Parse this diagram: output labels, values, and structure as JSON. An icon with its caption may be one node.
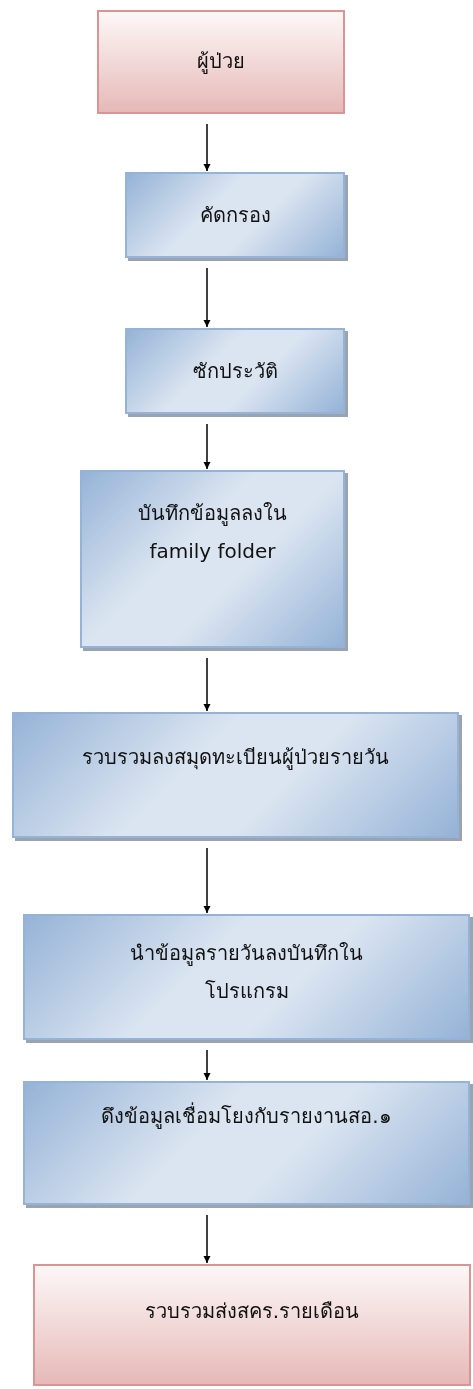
{
  "diagram": {
    "nodes": [
      {
        "text": [
          "ผู้ป่วย"
        ]
      },
      {
        "text": [
          "คัดกรอง"
        ]
      },
      {
        "text": [
          "ซักประวัติ"
        ]
      },
      {
        "text": [
          "บันทึกข้อมูลลงใน family folder"
        ]
      },
      {
        "text": [
          "รวบรวมลงสมุดทะเบียนผู้ป่วยรายวัน"
        ]
      },
      {
        "text": [
          "นำข้อมูลรายวันลงบันทึกใน โปรแกรม"
        ]
      },
      {
        "text": [
          "ดึงข้อมูลเชื่อมโยงกับรายงานสอ.๑"
        ]
      },
      {
        "text": [
          "รวบรวมส่งสคร.รายเดือน"
        ]
      }
    ],
    "edges": [
      {
        "from": 0,
        "to": 1,
        "arrow": "to"
      },
      {
        "from": 1,
        "to": 2,
        "arrow": "to"
      },
      {
        "from": 2,
        "to": 3,
        "arrow": "to"
      },
      {
        "from": 3,
        "to": 4,
        "arrow": "to"
      },
      {
        "from": 4,
        "to": 5,
        "arrow": "to"
      },
      {
        "from": 5,
        "to": 6,
        "arrow": "to"
      },
      {
        "from": 6,
        "to": 7,
        "arrow": "to"
      }
    ]
  }
}
